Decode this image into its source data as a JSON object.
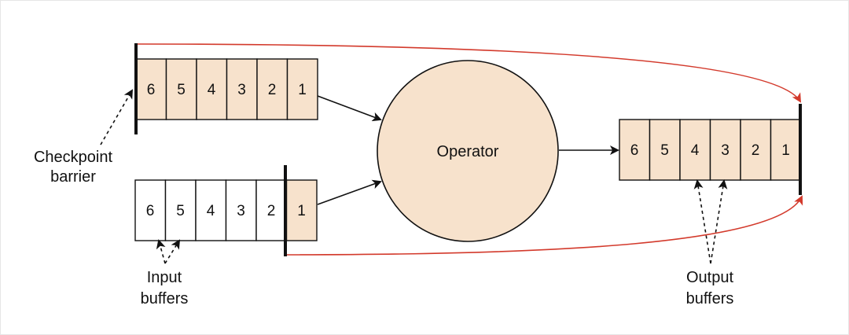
{
  "diagram": {
    "operator_label": "Operator",
    "checkpoint_label": [
      "Checkpoint",
      "barrier"
    ],
    "input_label": [
      "Input",
      "buffers"
    ],
    "output_label": [
      "Output",
      "buffers"
    ],
    "top_input_buffer": [
      "6",
      "5",
      "4",
      "3",
      "2",
      "1"
    ],
    "bottom_input_buffer": [
      "6",
      "5",
      "4",
      "3",
      "2",
      "1"
    ],
    "output_buffer": [
      "6",
      "5",
      "4",
      "3",
      "2",
      "1"
    ],
    "colors": {
      "fill": "#f7e2cc",
      "empty": "#ffffff",
      "stroke": "#111111",
      "barrier_line": "#d33a2c"
    }
  }
}
